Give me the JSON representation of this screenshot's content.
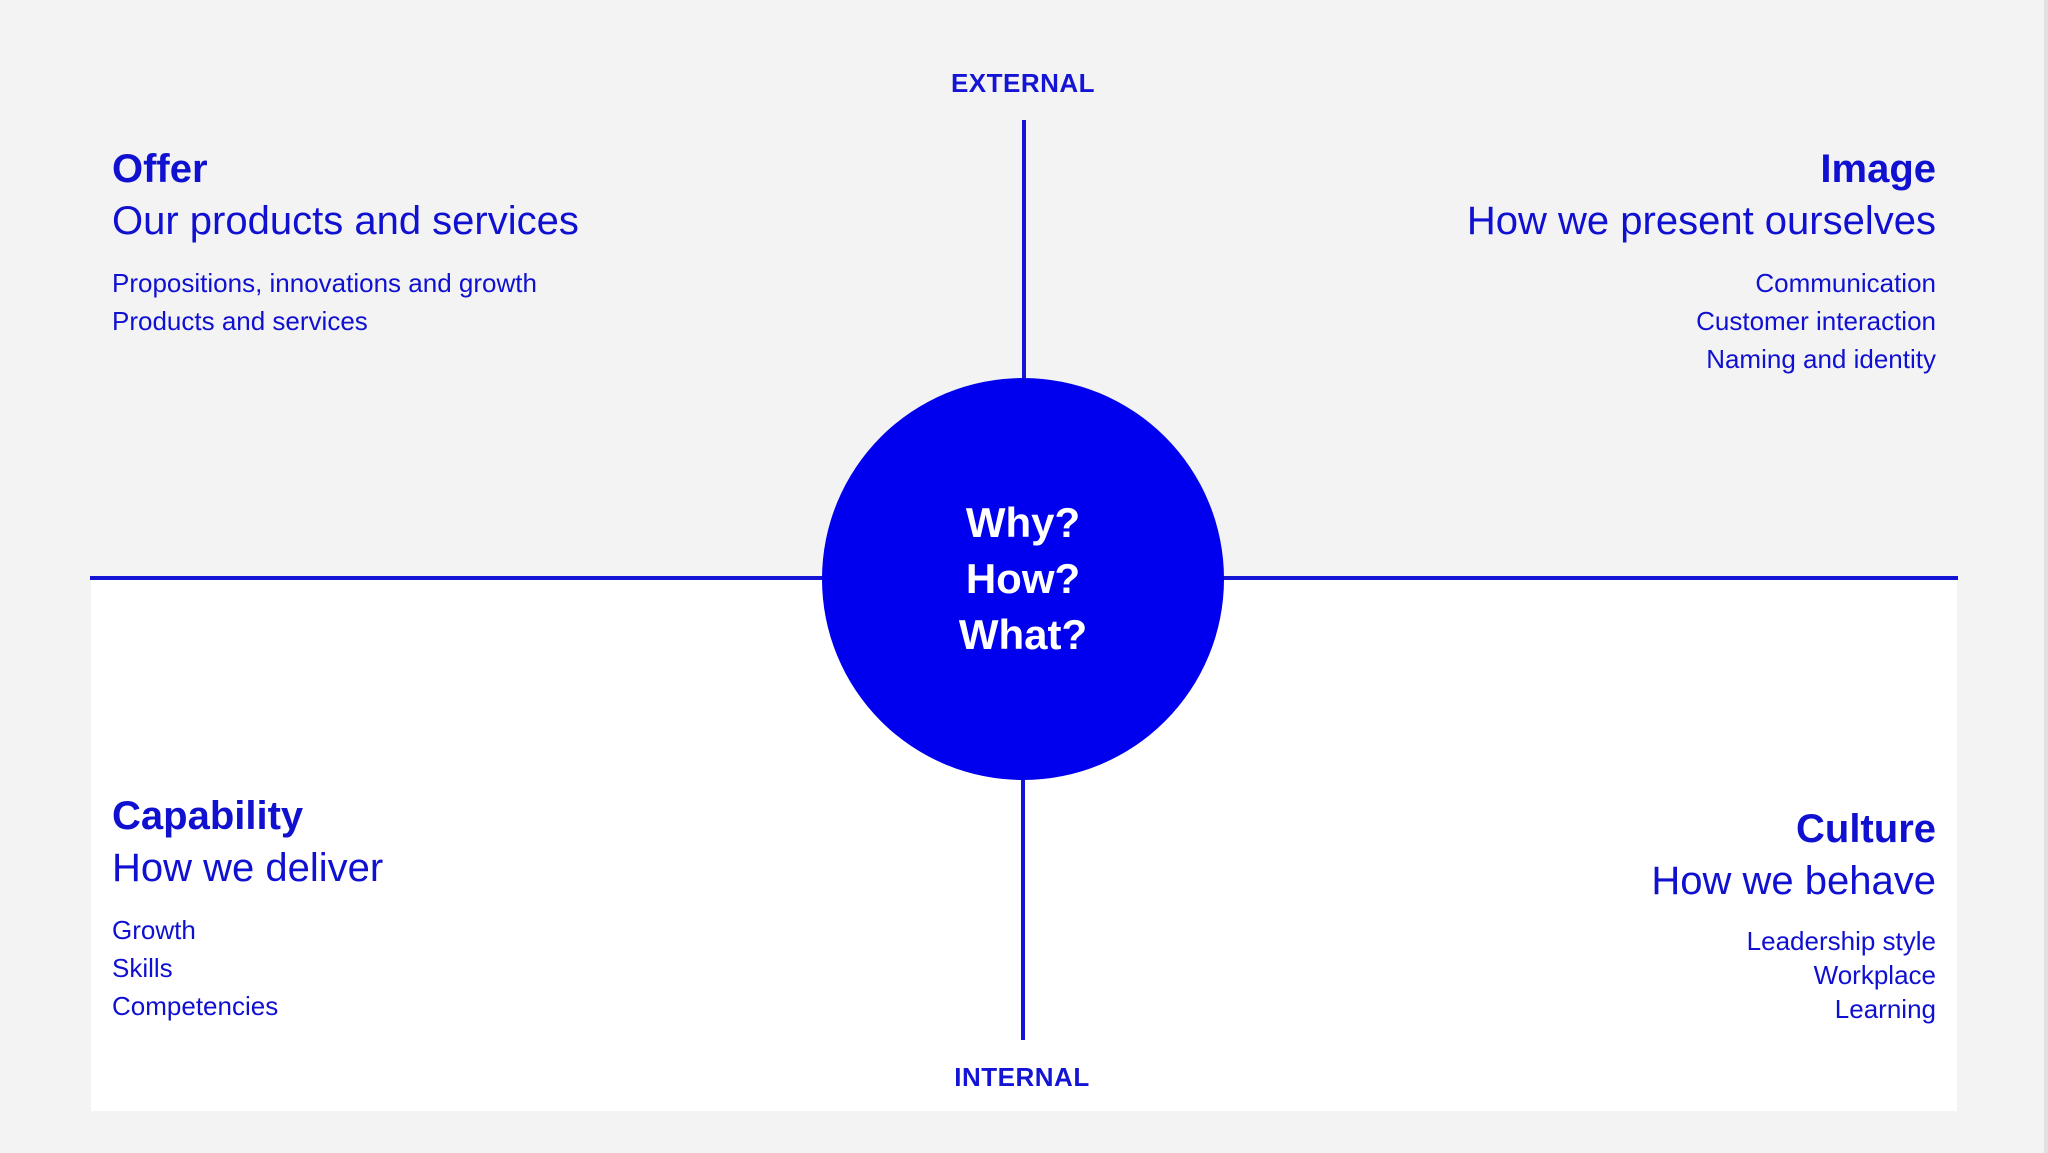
{
  "axes": {
    "top": "EXTERNAL",
    "bottom": "INTERNAL"
  },
  "center": {
    "lines": [
      "Why?",
      "How?",
      "What?"
    ]
  },
  "quadrants": {
    "offer": {
      "title": "Offer",
      "subtitle": "Our products and services",
      "items": [
        "Propositions, innovations and growth",
        "Products and services"
      ]
    },
    "image": {
      "title": "Image",
      "subtitle": "How we present ourselves",
      "items": [
        "Communication",
        "Customer interaction",
        "Naming and identity"
      ]
    },
    "capability": {
      "title": "Capability",
      "subtitle": "How we deliver",
      "items": [
        "Growth",
        "Skills",
        "Competencies"
      ]
    },
    "culture": {
      "title": "Culture",
      "subtitle": "How we behave",
      "items": [
        "Leadership style",
        "Workplace",
        "Learning"
      ]
    }
  },
  "colors": {
    "accent": "#0000ee",
    "text": "#1010d0",
    "background_top": "#f3f3f3",
    "background_bottom": "#ffffff"
  }
}
